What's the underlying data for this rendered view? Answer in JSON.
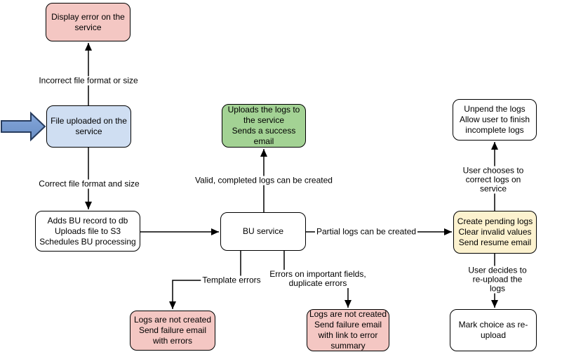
{
  "nodes": {
    "display_error": "Display error on the\nservice",
    "file_uploaded": "File uploaded on the\nservice",
    "adds_bu": "Adds BU record to db\nUploads file to S3\nSchedules BU processing",
    "bu_service": "BU service",
    "uploads_logs": "Uploads the logs to\nthe service\nSends a success\nemail",
    "logs_failure_errors": "Logs are not created\nSend failure email\nwith errors",
    "logs_failure_summary": "Logs are not created\nSend failure email\nwith link to error\nsummary",
    "create_pending": "Create pending logs\nClear invalid values\nSend resume email",
    "unpend": "Unpend the logs\nAllow user to finish\nincomplete logs",
    "mark_choice": "Mark choice as re-\nupload"
  },
  "edge_labels": {
    "incorrect": "Incorrect file format or size",
    "correct": "Correct file format and size",
    "valid": "Valid, completed logs can be created",
    "partial": "Partial logs can be created",
    "template": "Template errors",
    "important": "Errors on important fields,\nduplicate errors",
    "user_chooses": "User chooses to correct logs on service",
    "user_decides": "User decides to re-upload the logs"
  },
  "colors": {
    "pink": "#f4c7c3",
    "blue": "#cfdef2",
    "green": "#a3d294",
    "yellow": "#fcf2cf",
    "line": "#000000",
    "arrow_fill_top": "#85a6da",
    "arrow_fill_bottom": "#6a8fc5",
    "arrow_stroke": "#273c5e"
  }
}
